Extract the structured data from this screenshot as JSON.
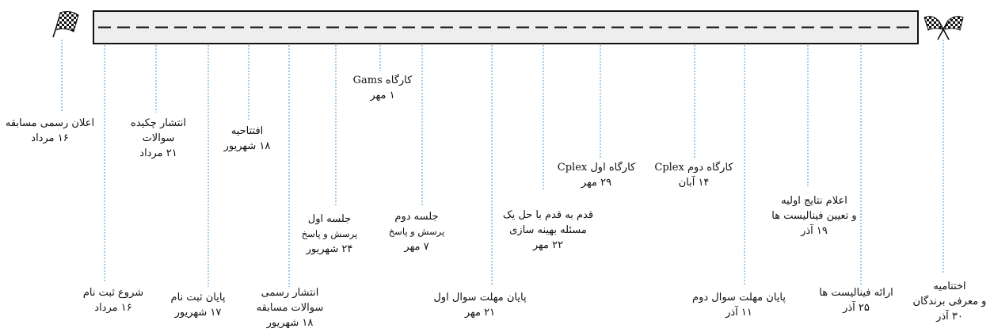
{
  "events": [
    {
      "id": "e1",
      "lines": [
        "اعلان رسمی مسابقه",
        "۱۶ مرداد"
      ]
    },
    {
      "id": "e2",
      "lines": [
        "شروع ثبت نام",
        "۱۶ مرداد"
      ]
    },
    {
      "id": "e3",
      "lines": [
        "انتشار چکیده",
        "سوالات",
        "۲۱ مرداد"
      ]
    },
    {
      "id": "e4",
      "lines": [
        "پایان ثبت نام",
        "۱۷ شهریور"
      ]
    },
    {
      "id": "e5",
      "lines": [
        "افتتاحیه",
        "۱۸ شهریور"
      ]
    },
    {
      "id": "e6",
      "lines": [
        "انتشار رسمی",
        "سوالات مسابقه",
        "۱۸ شهریور"
      ]
    },
    {
      "id": "e7",
      "lines": [
        "جلسه اول",
        "پرسش و پاسخ",
        "۲۴ شهریور"
      ]
    },
    {
      "id": "e8",
      "lines": [
        "کارگاه Gams",
        "۱ مهر"
      ]
    },
    {
      "id": "e9",
      "lines": [
        "جلسه دوم",
        "پرسش و پاسخ",
        "۷ مهر"
      ]
    },
    {
      "id": "e10",
      "lines": [
        "پایان مهلت سوال اول",
        "۲۱ مهر"
      ]
    },
    {
      "id": "e11",
      "lines": [
        "قدم به قدم با حل یک",
        "مسئله بهینه سازی",
        "۲۲ مهر"
      ]
    },
    {
      "id": "e12",
      "lines": [
        "کارگاه اول Cplex",
        "۲۹ مهر"
      ]
    },
    {
      "id": "e13",
      "lines": [
        "کارگاه دوم Cplex",
        "۱۴ آبان"
      ]
    },
    {
      "id": "e14",
      "lines": [
        "پایان مهلت سوال دوم",
        "۱۱ آذر"
      ]
    },
    {
      "id": "e15",
      "lines": [
        "اعلام نتایج اولیه",
        "و تعیین فینالیست ها",
        "۱۹ آذر"
      ]
    },
    {
      "id": "e16",
      "lines": [
        "ارائه فینالیست ها",
        "۲۵ آذر"
      ]
    },
    {
      "id": "e17",
      "lines": [
        "اختتامیه",
        "و معرفی برندگان",
        "۳۰ آذر"
      ]
    }
  ],
  "colors": {
    "bar_fill": "#eeeeee",
    "bar_stroke": "#111111",
    "connector": "#6fb0de",
    "text": "#111111"
  },
  "icons": {
    "start": "checkered-flag-icon",
    "finish": "crossed-checkered-flags-icon"
  }
}
